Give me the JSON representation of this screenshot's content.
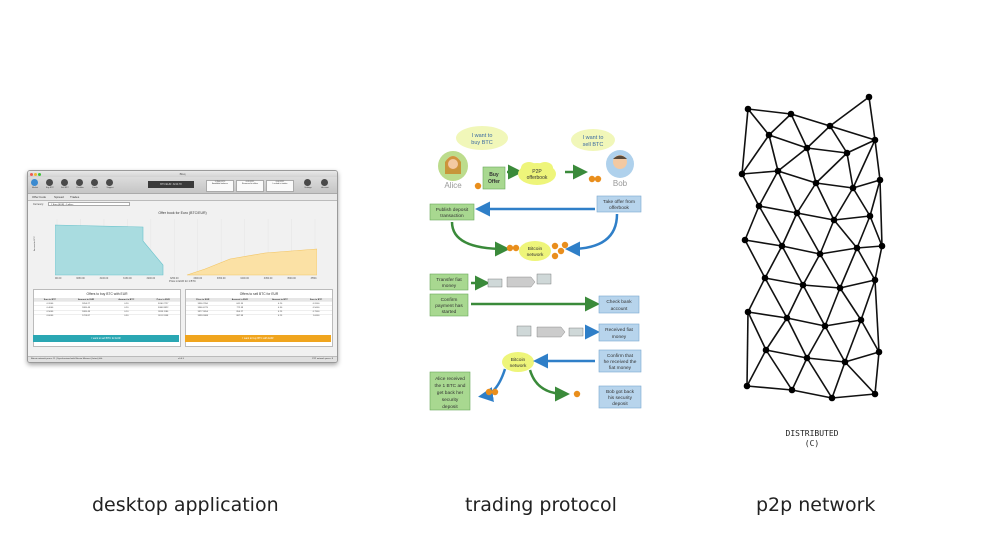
{
  "captions": {
    "desktop": "desktop application",
    "trading": "trading protocol",
    "p2p": "p2p network"
  },
  "desktop_app": {
    "window_title": "Bisq",
    "toolbar_items": [
      "Market",
      "Buy BTC",
      "Sell BTC",
      "Portfolio",
      "Funds",
      "Support"
    ],
    "price_ticker": "BTC/EUR: 3240.78",
    "stats": [
      {
        "label": "Available balance",
        "value": "1.3500 BTC"
      },
      {
        "label": "Reserved in offers",
        "value": "0.20 BTC"
      },
      {
        "label": "Locked in trades",
        "value": "0.00 BTC"
      }
    ],
    "right_toolbar_items": [
      "Settings",
      "Account"
    ],
    "tabs": [
      "Offer book",
      "Spread",
      "Trades"
    ],
    "filter_label": "Currency:",
    "currency_select": "€ Euro (EUR) - 5 offers",
    "chart_title": "Offer book for Euro (BTC/EUR)",
    "chart_xlabel": "Price in EUR for 1 BTC",
    "chart_ylabel": "Amount in BTC",
    "chart_xticks": [
      "3000.00",
      "3050.00",
      "3100.00",
      "3150.00",
      "3200.00",
      "3250.00",
      "3300.00",
      "3350.00",
      "3400.00",
      "3450.00",
      "3500.00",
      "3550.00"
    ],
    "buy_title": "Offers to buy BTC with EUR",
    "sell_title": "Offers to sell BTC for EUR",
    "buy_columns": [
      "Sum in BTC",
      "Amount in EUR",
      "Amount in BTC",
      "Price in EUR"
    ],
    "sell_columns": [
      "Price in EUR",
      "Amount in EUR",
      "Amount in BTC",
      "Sum in BTC"
    ],
    "buy_rows": [
      [
        "0.2000",
        "1854.27",
        "0.20",
        "3030.2727"
      ],
      [
        "0.4000",
        "1885.48",
        "0.20",
        "3086.9822"
      ],
      [
        "0.5000",
        "1885.48",
        "0.10",
        "3039.1180"
      ],
      [
        "0.6000",
        "1709.87",
        "0.30",
        "3011.1958"
      ]
    ],
    "sell_rows": [
      [
        "3356.7650",
        "641.35",
        "0.20",
        "0.2000"
      ],
      [
        "3366.4275",
        "772.39",
        "0.30",
        "0.5000"
      ],
      [
        "3377.3654",
        "854.27",
        "0.25",
        "0.7500"
      ],
      [
        "3399.3088",
        "887.99",
        "0.25",
        "1.0000"
      ]
    ],
    "buy_button": "I want to sell BTC for EUR",
    "sell_button": "I want to buy BTC with EUR",
    "status_left": "Bitcoin network peers: 11 | Synchronized with Bitcoin Mainnet (Latest) blk:",
    "status_center": "v0.4.5",
    "status_right": "P2P network peers: 8"
  },
  "protocol": {
    "alice_bubble": [
      "I want to",
      "buy BTC"
    ],
    "bob_bubble": [
      "I want to",
      "sell BTC"
    ],
    "alice": "Alice",
    "bob": "Bob",
    "buy_offer": [
      "Buy",
      "Offer"
    ],
    "p2p_offerbook": [
      "P2P",
      "offerbook"
    ],
    "take_offer": [
      "Take offer from",
      "offerbook"
    ],
    "publish_deposit": [
      "Publish deposit",
      "transaction"
    ],
    "bitcoin_network": [
      "Bitcoin",
      "network"
    ],
    "transfer_fiat": [
      "Transfer fiat",
      "money"
    ],
    "confirm_payment": [
      "Confirm",
      "payment has",
      "started"
    ],
    "check_bank": [
      "Check bank",
      "account"
    ],
    "received_fiat": [
      "Received fiat",
      "money"
    ],
    "confirm_received": [
      "Confirm that",
      "he received the",
      "fiat money"
    ],
    "alice_received": [
      "Alice received",
      "the 1 BTC and",
      "get back her",
      "security",
      "deposit"
    ],
    "bob_got_back": [
      "Bob got back",
      "his security",
      "deposit"
    ]
  },
  "network": {
    "caption_line1": "DISTRIBUTED",
    "caption_line2": "(C)"
  },
  "colors": {
    "green_arrow": "#3a8a3a",
    "blue_arrow": "#2f7fc8",
    "box_green": "#a8d890",
    "box_blue": "#b7d4ec",
    "bubble": "#eef5a8",
    "coin": "#e98e1c",
    "buy_button": "#2aa7b3",
    "sell_button": "#f0a51e"
  }
}
